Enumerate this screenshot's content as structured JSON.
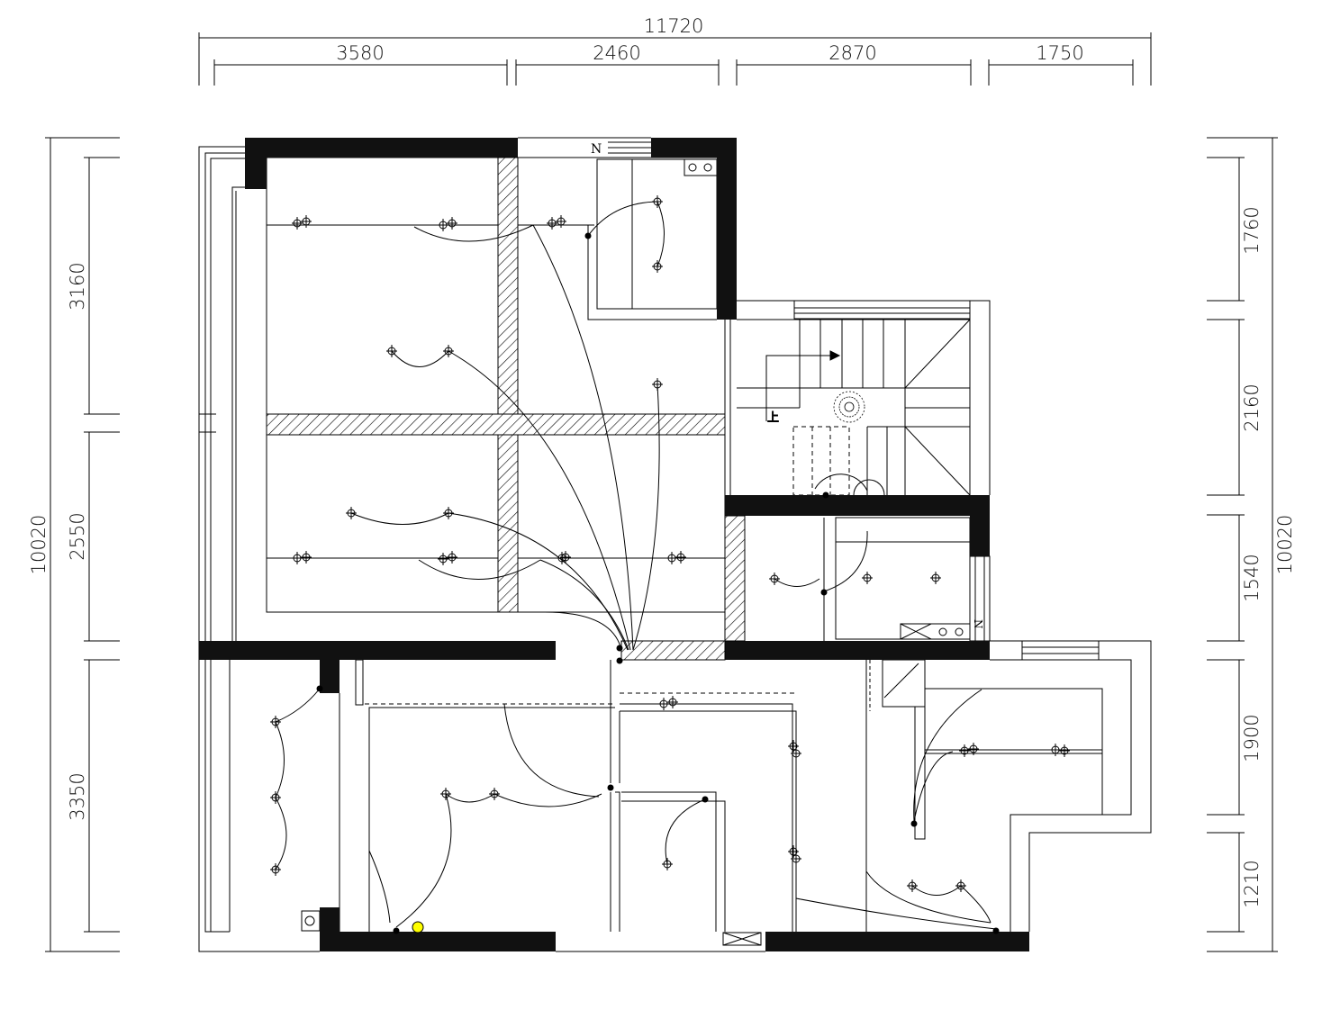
{
  "plan": {
    "top_dimensions": {
      "total": "11720",
      "segments": [
        "3580",
        "2460",
        "2870",
        "1750"
      ]
    },
    "left_dimensions": {
      "total": "10020",
      "segments": [
        "3160",
        "2550",
        "3350"
      ]
    },
    "right_dimensions": {
      "total": "10020",
      "segments": [
        "1760",
        "2160",
        "1540",
        "1900",
        "1210"
      ]
    },
    "labels": {
      "north_marker_1": "N",
      "north_marker_2": "N",
      "stair_up": "上"
    }
  }
}
